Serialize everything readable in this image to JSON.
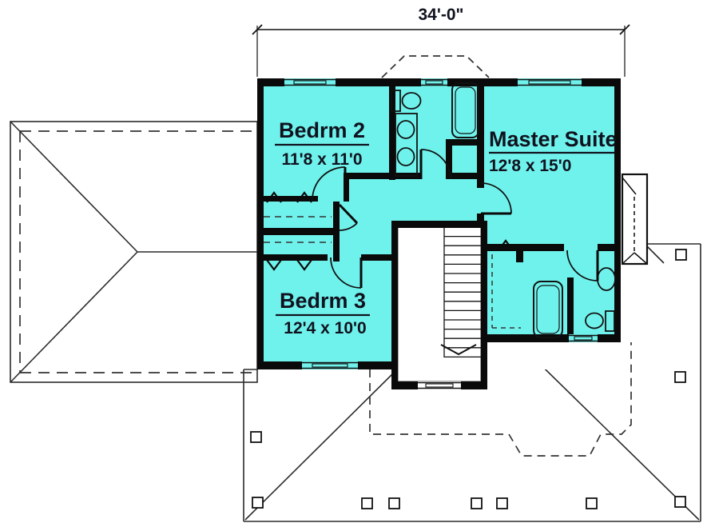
{
  "plan": {
    "type": "second-floor-plan",
    "overall_width_label": "34'-0\"",
    "rooms": [
      {
        "name": "Bedrm 2",
        "size": "11'8 x 11'0"
      },
      {
        "name": "Master Suite",
        "size": "12'8 x 15'0"
      },
      {
        "name": "Bedrm 3",
        "size": "12'4 x 10'0"
      }
    ],
    "fixtures": [
      "toilet-icon",
      "double-sink-vanity-icon",
      "bathtub-icon",
      "master-bathtub-icon",
      "master-sink-icon",
      "master-toilet-icon",
      "stairs-down-icon",
      "chimney-icon",
      "closet-shelf-dashes",
      "roof-outline",
      "porch-posts",
      "lower-floor-dashed-outline"
    ],
    "colors": {
      "room_fill": "#70f2ec",
      "wall": "#0a0a0a",
      "line": "#2b2b2b",
      "background": "#ffffff",
      "label": "#10131f"
    }
  }
}
